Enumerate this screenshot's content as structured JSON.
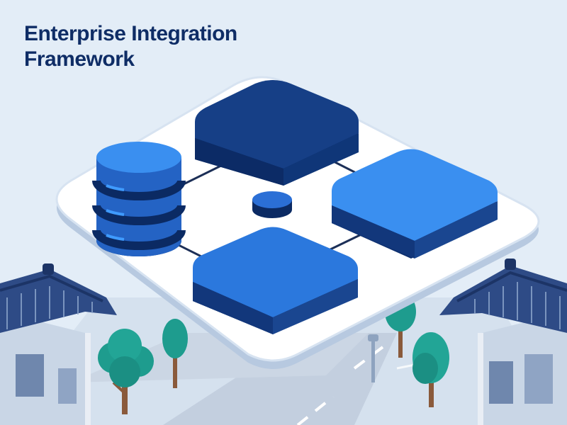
{
  "title": "Enterprise Integration Framework",
  "colors": {
    "background": "#e3edf7",
    "title": "#0f2d66",
    "navy": "#113a7c",
    "blue": "#2b78dd",
    "light_blue": "#3a8ff0",
    "platform": "#ffffff",
    "roof": "#2e4b86",
    "wall": "#c9d6e6",
    "tree": "#1e9c8e",
    "trunk": "#8a5a3b"
  },
  "illustration": {
    "elements": [
      "platform",
      "database-cylinder-icon",
      "navy-block",
      "blue-block-right",
      "blue-block-bottom",
      "center-hub",
      "connector-lines",
      "left-traditional-house",
      "right-traditional-house",
      "trees",
      "street-lamp",
      "road"
    ]
  }
}
